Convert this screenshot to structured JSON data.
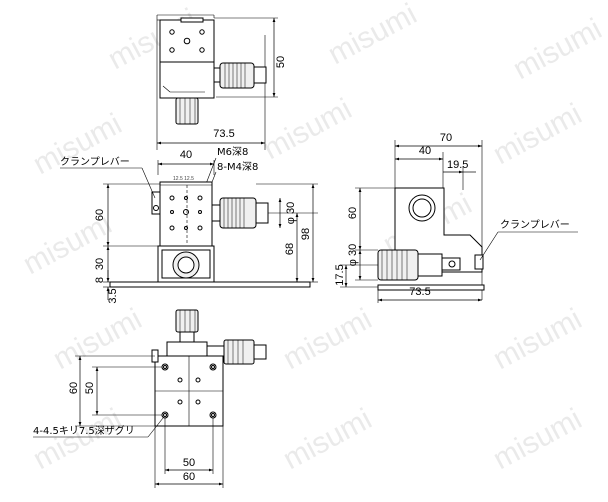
{
  "watermark": "misumi",
  "labels": {
    "clamp_lever": "クランプレバー",
    "hole_m6": "M6深8",
    "hole_m4": "8-M4深8",
    "mount_holes": "4-4.5キリ7.5深ザグリ",
    "scale_left": "12.5 12.5",
    "scale_vertical": "12.5 12.5"
  },
  "dimensions": {
    "top_view": {
      "height": "50",
      "length": "73.5"
    },
    "front_view": {
      "width": "40",
      "upper_height": "60",
      "lower_height": "30",
      "base_offset": "8",
      "base_thickness": "3.5",
      "knob_dia": "φ 30",
      "center_height": "68",
      "total_height": "98"
    },
    "side_view": {
      "total_width": "70",
      "offset_40": "40",
      "offset_19_5": "19.5",
      "height": "60",
      "knob_dia": "φ 30",
      "base_height": "17.5",
      "length": "73.5"
    },
    "bottom_view": {
      "outer_height": "60",
      "inner_height": "50",
      "inner_width": "50",
      "outer_width": "60"
    }
  }
}
